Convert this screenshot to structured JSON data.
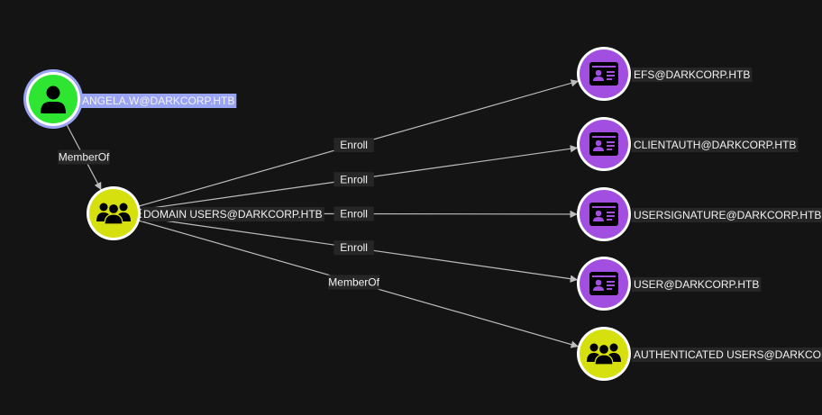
{
  "graph": {
    "colors": {
      "background": "#141414",
      "edge": "#bdbdbd",
      "label_bg": "#262626",
      "label_text": "#f2f2f2",
      "selected_label_bg": "#9aa4f5",
      "selected_label_text": "#1a1a3a",
      "selected_ring": "#9aa4f5",
      "user_fill": "#2ee632",
      "group_fill": "#d7e00f",
      "template_fill": "#a24ee0"
    },
    "nodes": [
      {
        "id": "angela",
        "label": "ANGELA.W@DARKCORP.HTB",
        "kind": "user",
        "icon": "user-icon",
        "selected": true
      },
      {
        "id": "domain_users",
        "label": "DOMAIN USERS@DARKCORP.HTB",
        "kind": "group",
        "icon": "group-icon",
        "selected": false
      },
      {
        "id": "efs",
        "label": "EFS@DARKCORP.HTB",
        "kind": "cert-template",
        "icon": "certificate-template-icon",
        "selected": false
      },
      {
        "id": "clientauth",
        "label": "CLIENTAUTH@DARKCORP.HTB",
        "kind": "cert-template",
        "icon": "certificate-template-icon",
        "selected": false
      },
      {
        "id": "usersignature",
        "label": "USERSIGNATURE@DARKCORP.HTB",
        "kind": "cert-template",
        "icon": "certificate-template-icon",
        "selected": false
      },
      {
        "id": "user",
        "label": "USER@DARKCORP.HTB",
        "kind": "cert-template",
        "icon": "certificate-template-icon",
        "selected": false
      },
      {
        "id": "auth_users",
        "label": "AUTHENTICATED USERS@DARKCORP.HTB",
        "kind": "group",
        "icon": "group-icon",
        "selected": false
      }
    ],
    "edges": [
      {
        "from": "angela",
        "to": "domain_users",
        "label": "MemberOf"
      },
      {
        "from": "domain_users",
        "to": "efs",
        "label": "Enroll"
      },
      {
        "from": "domain_users",
        "to": "clientauth",
        "label": "Enroll"
      },
      {
        "from": "domain_users",
        "to": "usersignature",
        "label": "Enroll"
      },
      {
        "from": "domain_users",
        "to": "user",
        "label": "Enroll"
      },
      {
        "from": "domain_users",
        "to": "auth_users",
        "label": "MemberOf"
      }
    ]
  }
}
